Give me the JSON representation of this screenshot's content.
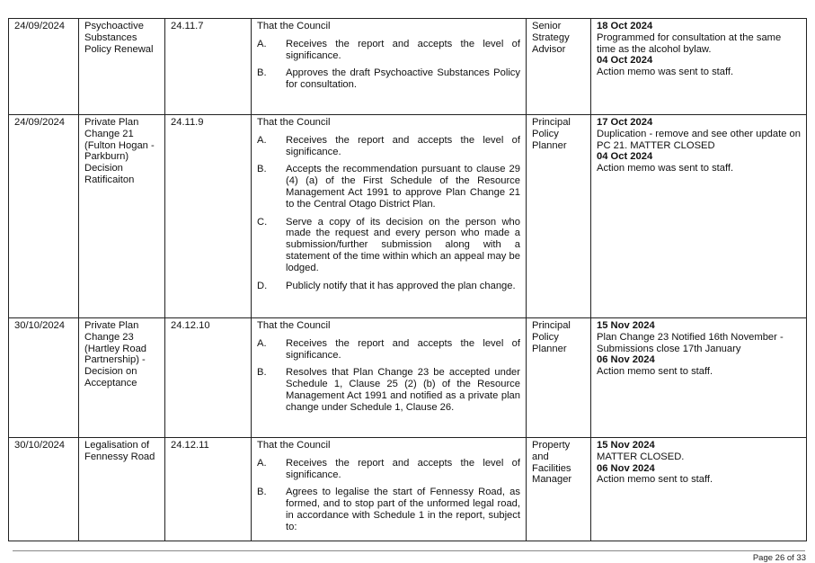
{
  "rows": [
    {
      "date": "24/09/2024",
      "item": "Psychoactive Substances Policy Renewal",
      "number": "24.11.7",
      "intro": "That the Council",
      "resolutions": [
        {
          "letter": "A.",
          "text": "Receives the report and accepts the level of significance."
        },
        {
          "letter": "B.",
          "text": "Approves the draft Psychoactive Substances Policy for consultation."
        }
      ],
      "responsible": "Senior Strategy Advisor",
      "updates": [
        {
          "date": "18 Oct 2024",
          "note": "Programmed for consultation at the same time as the alcohol bylaw."
        },
        {
          "date": "04 Oct 2024",
          "note": "Action memo was sent to staff."
        }
      ]
    },
    {
      "date": "24/09/2024",
      "item": "Private Plan Change 21 (Fulton Hogan - Parkburn) Decision Ratificaiton",
      "number": "24.11.9",
      "intro": "That the Council",
      "resolutions": [
        {
          "letter": "A.",
          "text": "Receives the report and accepts the level of significance."
        },
        {
          "letter": "B.",
          "text": "Accepts the recommendation pursuant to clause 29 (4) (a) of the First Schedule of the Resource Management Act 1991 to approve Plan Change 21 to the Central Otago District Plan."
        },
        {
          "letter": "C.",
          "text": "Serve a copy of its decision on the person who made the request and every person who made a submission/further submission along with a statement of the time within which an appeal may be lodged."
        },
        {
          "letter": "D.",
          "text": "Publicly notify that it has approved the plan change."
        }
      ],
      "responsible": "Principal Policy Planner",
      "updates": [
        {
          "date": "17 Oct 2024",
          "note": "Duplication - remove and see other update on PC 21. MATTER CLOSED"
        },
        {
          "date": "04 Oct 2024",
          "note": "Action memo was sent to staff."
        }
      ]
    },
    {
      "date": "30/10/2024",
      "item": "Private Plan Change 23 (Hartley Road Partnership) - Decision on Acceptance",
      "number": "24.12.10",
      "intro": "That the Council",
      "resolutions": [
        {
          "letter": "A.",
          "text": "Receives the report and accepts the level of significance."
        },
        {
          "letter": "B.",
          "text": "Resolves that Plan Change 23 be accepted under Schedule 1, Clause 25 (2) (b) of the Resource Management Act 1991 and notified as a private plan change under Schedule 1, Clause 26."
        }
      ],
      "responsible": "Principal Policy Planner",
      "updates": [
        {
          "date": "15 Nov 2024",
          "note": "Plan Change 23 Notified 16th November - Submissions close 17th January"
        },
        {
          "date": "06 Nov 2024",
          "note": "Action memo sent to staff."
        }
      ]
    },
    {
      "date": "30/10/2024",
      "item": "Legalisation of Fennessy Road",
      "number": "24.12.11",
      "intro": "That the Council",
      "resolutions": [
        {
          "letter": "A.",
          "text": "Receives the report and accepts the level of significance."
        },
        {
          "letter": "B.",
          "text": "Agrees to legalise the start of Fennessy Road, as formed, and to stop part of the unformed legal road, in accordance with Schedule 1 in the report, subject to:"
        }
      ],
      "responsible": "Property and Facilities Manager",
      "updates": [
        {
          "date": "15 Nov 2024",
          "note": "MATTER CLOSED."
        },
        {
          "date": "06 Nov 2024",
          "note": "Action memo sent to staff."
        }
      ]
    }
  ],
  "footer": {
    "page_label": "Page 26 of 33"
  }
}
